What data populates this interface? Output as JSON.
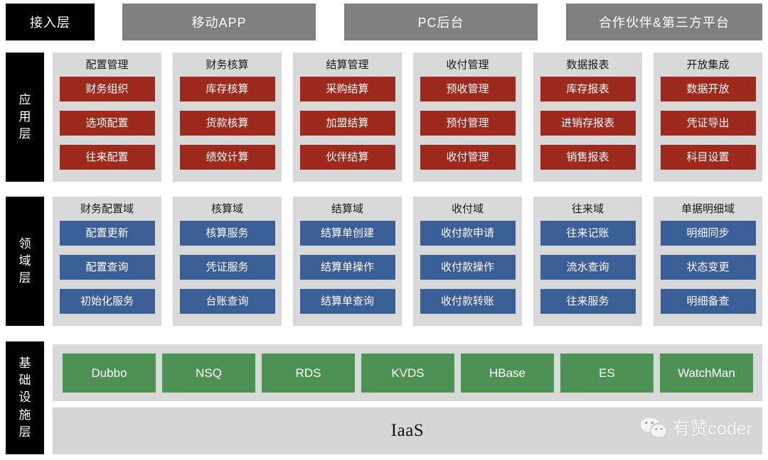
{
  "access_layer": {
    "label_box": {
      "text": "接入层",
      "color": "#000000"
    },
    "channels": [
      {
        "label": "移动APP",
        "color": "#808080"
      },
      {
        "label": "PC后台",
        "color": "#808080"
      },
      {
        "label": "合作伙伴&第三方平台",
        "color": "#808080"
      }
    ]
  },
  "application_layer": {
    "side_label": "应用层",
    "side_label_chars": [
      "应",
      "用",
      "层"
    ],
    "chip_color": "#9e2a1d",
    "panel_color": "#d9d9d9",
    "groups": [
      {
        "title": "配置管理",
        "items": [
          "财务组织",
          "选项配置",
          "往来配置"
        ]
      },
      {
        "title": "财务核算",
        "items": [
          "库存核算",
          "货款核算",
          "绩效计算"
        ]
      },
      {
        "title": "结算管理",
        "items": [
          "采购结算",
          "加盟结算",
          "伙伴结算"
        ]
      },
      {
        "title": "收付管理",
        "items": [
          "预收管理",
          "预付管理",
          "收付管理"
        ]
      },
      {
        "title": "数据报表",
        "items": [
          "库存报表",
          "进销存报表",
          "销售报表"
        ]
      },
      {
        "title": "开放集成",
        "items": [
          "数据开放",
          "凭证导出",
          "科目设置"
        ]
      }
    ]
  },
  "domain_layer": {
    "side_label": "领域层",
    "side_label_chars": [
      "领",
      "域",
      "层"
    ],
    "chip_color": "#3a5e96",
    "panel_color": "#d9d9d9",
    "groups": [
      {
        "title": "财务配置域",
        "items": [
          "配置更新",
          "配置查询",
          "初始化服务"
        ]
      },
      {
        "title": "核算域",
        "items": [
          "核算服务",
          "凭证服务",
          "台账查询"
        ]
      },
      {
        "title": "结算域",
        "items": [
          "结算单创建",
          "结算单操作",
          "结算单查询"
        ]
      },
      {
        "title": "收付域",
        "items": [
          "收付款申请",
          "收付款操作",
          "收付款转账"
        ]
      },
      {
        "title": "往来域",
        "items": [
          "往来记账",
          "流水查询",
          "往来服务"
        ]
      },
      {
        "title": "单据明细域",
        "items": [
          "明细同步",
          "状态变更",
          "明细备查"
        ]
      }
    ]
  },
  "infrastructure_layer": {
    "side_label": "基础设施层",
    "side_label_chars": [
      "基",
      "础",
      "设",
      "施",
      "层"
    ],
    "chip_color": "#4d9155",
    "panel_color": "#d9d9d9",
    "components": [
      "Dubbo",
      "NSQ",
      "RDS",
      "KVDS",
      "HBase",
      "ES",
      "WatchMan"
    ],
    "iaas": {
      "label": "IaaS",
      "color": "#d6d6d6"
    }
  },
  "watermark": {
    "icon": "wechat-icon",
    "text": "有赞coder"
  }
}
